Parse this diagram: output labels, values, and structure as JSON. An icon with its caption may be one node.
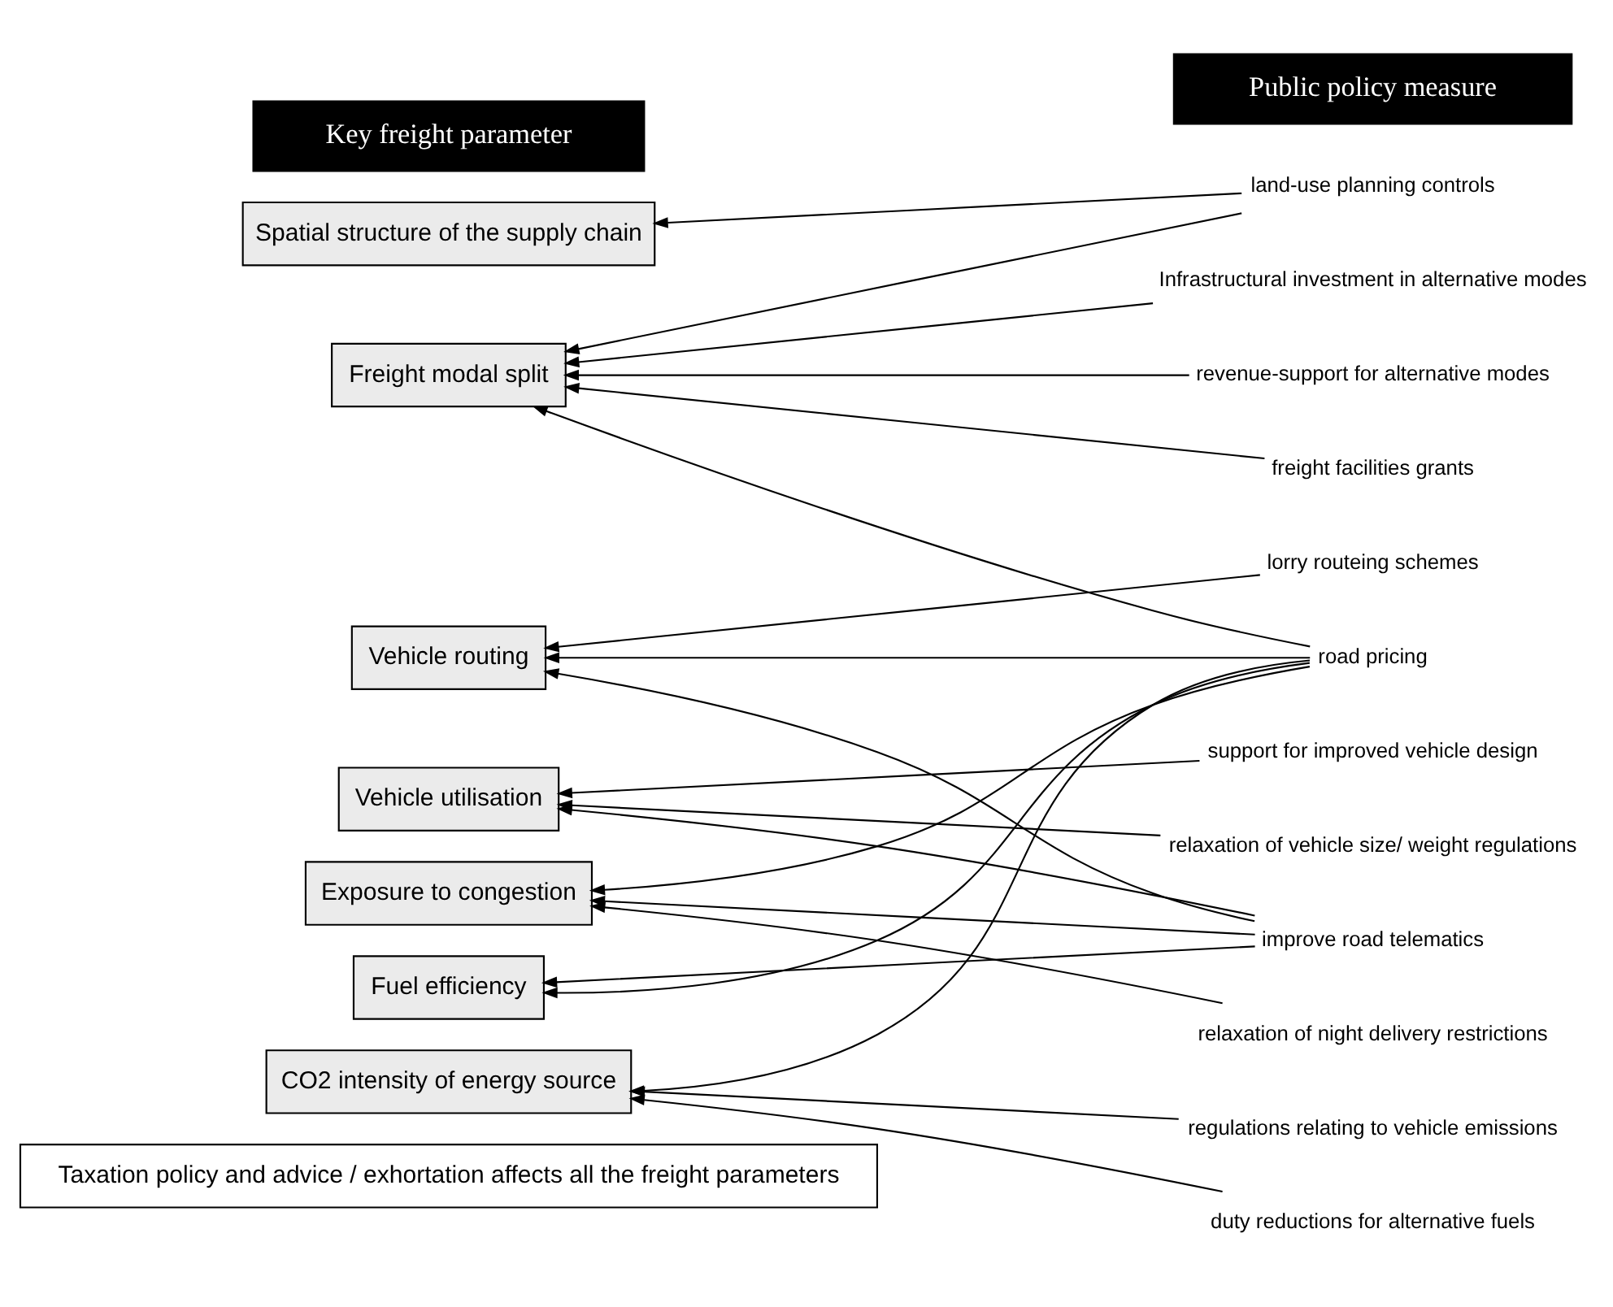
{
  "diagram": {
    "nodes": [
      {
        "text": [
          "Key freight parameter"
        ]
      },
      {
        "text": [
          "Public policy measure"
        ]
      },
      {
        "text": [
          "Spatial structure of the supply chain"
        ]
      },
      {
        "text": [
          "Freight modal split"
        ]
      },
      {
        "text": [
          "Vehicle routing"
        ]
      },
      {
        "text": [
          "Vehicle utilisation"
        ]
      },
      {
        "text": [
          "Exposure to congestion"
        ]
      },
      {
        "text": [
          "Fuel efficiency"
        ]
      },
      {
        "text": [
          "CO2 intensity of energy source"
        ]
      },
      {
        "text": [
          "land-use planning controls"
        ]
      },
      {
        "text": [
          "Infrastructural investment in alternative modes"
        ]
      },
      {
        "text": [
          "revenue-support for alternative modes"
        ]
      },
      {
        "text": [
          "freight facilities grants"
        ]
      },
      {
        "text": [
          "lorry routeing schemes"
        ]
      },
      {
        "text": [
          "road pricing"
        ]
      },
      {
        "text": [
          "support for improved vehicle design"
        ]
      },
      {
        "text": [
          "relaxation of vehicle size/ weight regulations"
        ]
      },
      {
        "text": [
          "improve road telematics"
        ]
      },
      {
        "text": [
          "relaxation of night delivery restrictions"
        ]
      },
      {
        "text": [
          "regulations relating to vehicle emissions"
        ]
      },
      {
        "text": [
          "duty reductions for alternative fuels"
        ]
      },
      {
        "text": [
          "Taxation policy and advice / exhortation affects all the freight parameters"
        ]
      }
    ],
    "edges": [
      {
        "from": 9,
        "to": 2,
        "arrow": "to"
      },
      {
        "from": 9,
        "to": 3,
        "arrow": "to"
      },
      {
        "from": 10,
        "to": 3,
        "arrow": "to"
      },
      {
        "from": 11,
        "to": 3,
        "arrow": "to"
      },
      {
        "from": 12,
        "to": 3,
        "arrow": "to"
      },
      {
        "from": 14,
        "to": 3,
        "arrow": "to"
      },
      {
        "from": 13,
        "to": 4,
        "arrow": "to"
      },
      {
        "from": 14,
        "to": 4,
        "arrow": "to"
      },
      {
        "from": 17,
        "to": 4,
        "arrow": "to"
      },
      {
        "from": 15,
        "to": 5,
        "arrow": "to"
      },
      {
        "from": 16,
        "to": 5,
        "arrow": "to"
      },
      {
        "from": 17,
        "to": 5,
        "arrow": "to"
      },
      {
        "from": 14,
        "to": 6,
        "arrow": "to"
      },
      {
        "from": 17,
        "to": 6,
        "arrow": "to"
      },
      {
        "from": 18,
        "to": 6,
        "arrow": "to"
      },
      {
        "from": 14,
        "to": 7,
        "arrow": "to"
      },
      {
        "from": 17,
        "to": 7,
        "arrow": "to"
      },
      {
        "from": 14,
        "to": 8,
        "arrow": "to"
      },
      {
        "from": 19,
        "to": 8,
        "arrow": "to"
      },
      {
        "from": 20,
        "to": 8,
        "arrow": "to"
      }
    ]
  }
}
